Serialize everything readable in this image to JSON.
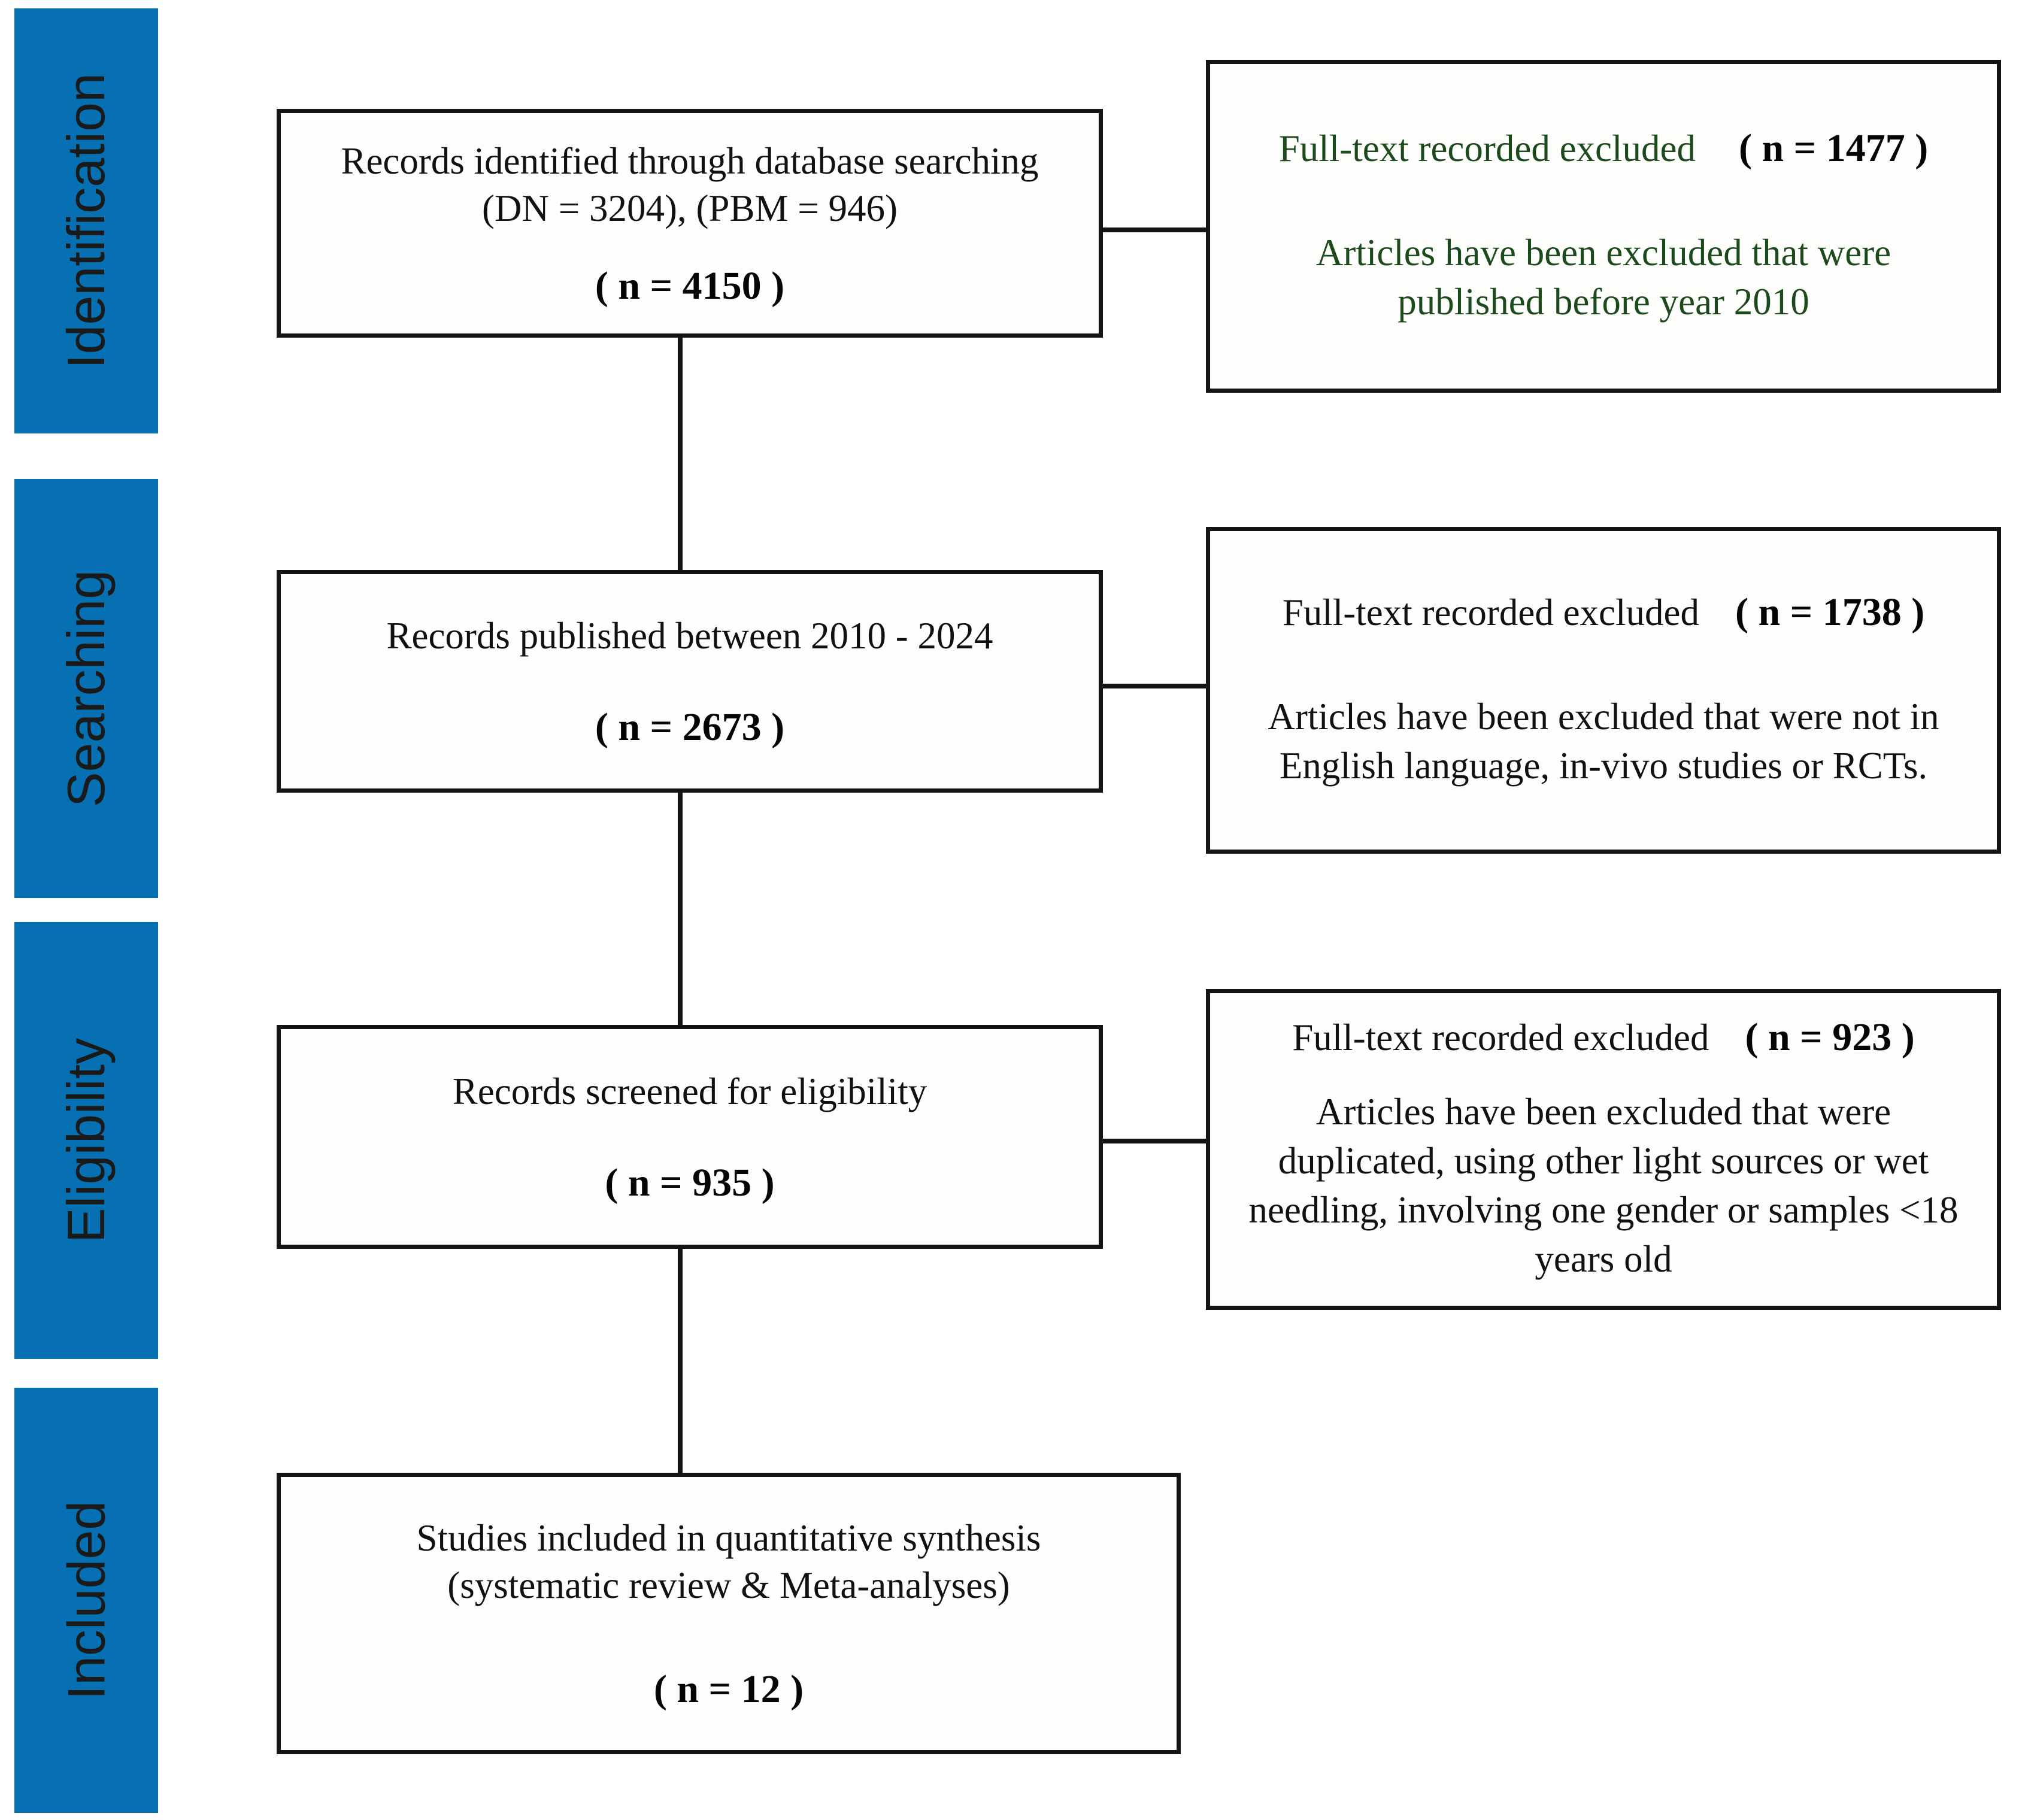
{
  "diagram": {
    "type": "prisma-flow-diagram",
    "accent_blue": "#0670B2",
    "green_text": "#1d4a1d",
    "black_text": "#111111"
  },
  "stages": [
    {
      "label": "Identification"
    },
    {
      "label": "Searching"
    },
    {
      "label": "Eligibility"
    },
    {
      "label": "Included"
    }
  ],
  "flow_boxes": [
    {
      "id": "records-identified",
      "line1": "Records identified through database searching",
      "line2": "(DN = 3204), (PBM = 946)",
      "count": "( n = 4150 )"
    },
    {
      "id": "records-published",
      "line1": "Records published between 2010 - 2024",
      "count": "( n = 2673 )"
    },
    {
      "id": "records-screened",
      "line1": "Records screened  for eligibility",
      "count": "( n = 935 )"
    },
    {
      "id": "studies-included",
      "line1": "Studies included in quantitative synthesis",
      "line2": "(systematic review & Meta-analyses)",
      "count": "( n = 12 )"
    }
  ],
  "exclusion_boxes": [
    {
      "id": "excluded-1",
      "title": "Full-text recorded excluded",
      "count": "( n = 1477 )",
      "reason": "Articles have been excluded that were published before year 2010",
      "color": "green"
    },
    {
      "id": "excluded-2",
      "title": "Full-text recorded excluded",
      "count": "( n = 1738 )",
      "reason": "Articles have been excluded that were not in English language, in-vivo studies or RCTs.",
      "color": "black"
    },
    {
      "id": "excluded-3",
      "title": "Full-text recorded excluded",
      "count": "( n = 923 )",
      "reason": "Articles have been excluded that were duplicated, using other light sources or wet needling, involving one gender or samples <18 years old",
      "color": "black"
    }
  ]
}
